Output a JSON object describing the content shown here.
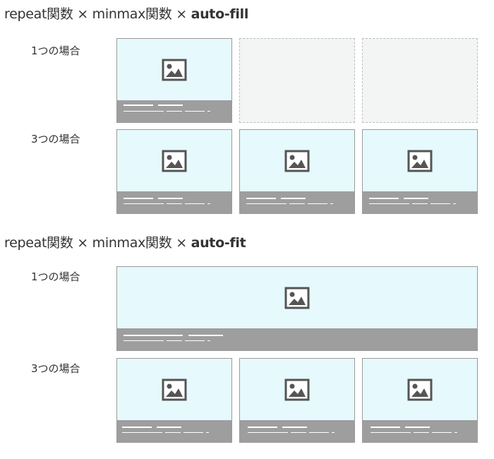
{
  "sections": [
    {
      "title_prefix": "repeat関数 × minmax関数 × ",
      "title_keyword": "auto-fill",
      "rows": [
        {
          "label": "1つの場合"
        },
        {
          "label": "3つの場合"
        }
      ]
    },
    {
      "title_prefix": "repeat関数 × minmax関数 × ",
      "title_keyword": "auto-fit",
      "rows": [
        {
          "label": "1つの場合"
        },
        {
          "label": "3つの場合"
        }
      ]
    }
  ],
  "icon": "image-icon",
  "colors": {
    "card_image_bg": "#e6f9fd",
    "card_caption_bg": "#9e9e9e",
    "placeholder_bg": "#f3f4f4",
    "placeholder_border": "#bdbdbd",
    "icon_color": "#555555"
  }
}
